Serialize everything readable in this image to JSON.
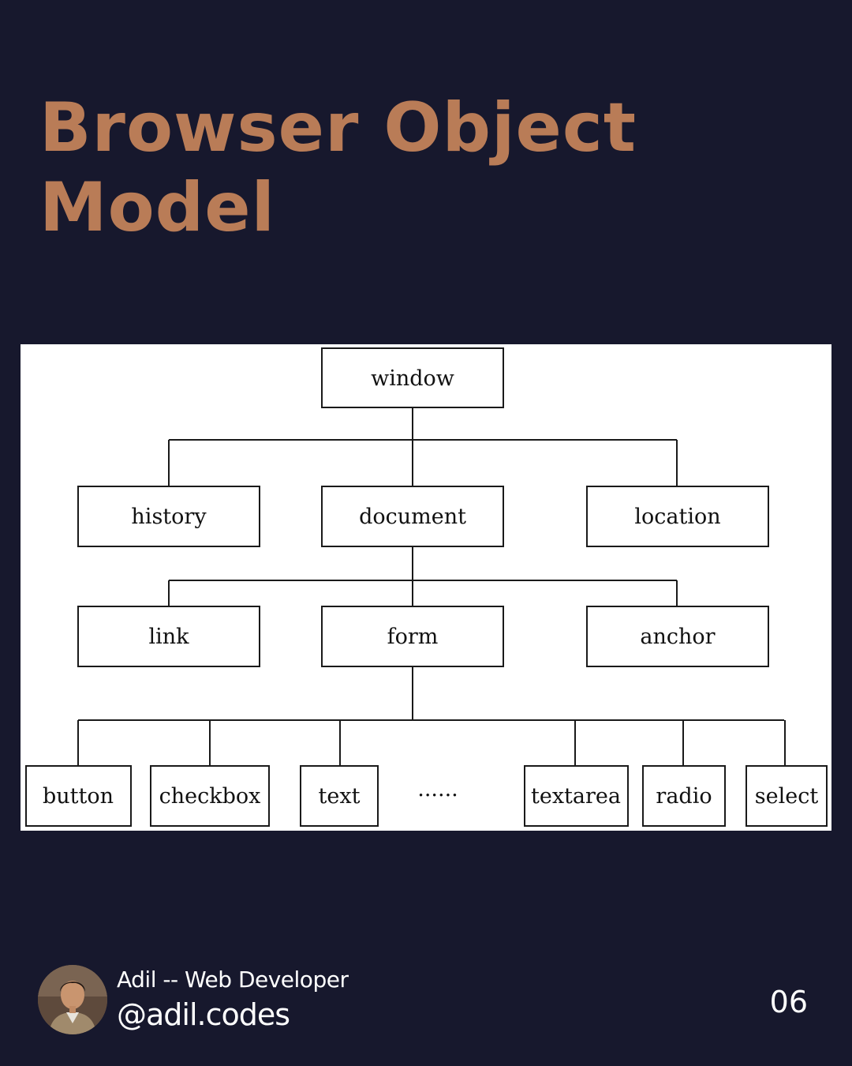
{
  "title": {
    "line1": "Browser Object",
    "line2": "Model"
  },
  "diagram": {
    "nodes": {
      "window": "window",
      "history": "history",
      "document": "document",
      "location": "location",
      "link": "link",
      "form": "form",
      "anchor": "anchor",
      "button": "button",
      "checkbox": "checkbox",
      "text": "text",
      "ellipsis": "......",
      "textarea": "textarea",
      "radio": "radio",
      "select": "select"
    }
  },
  "footer": {
    "author_name": "Adil -- Web Developer",
    "author_handle": "@adil.codes",
    "page_number": "06"
  },
  "colors": {
    "background": "#17182d",
    "title": "#b97c57",
    "diagram_background": "#ffffff",
    "footer_text": "#ffffff"
  }
}
